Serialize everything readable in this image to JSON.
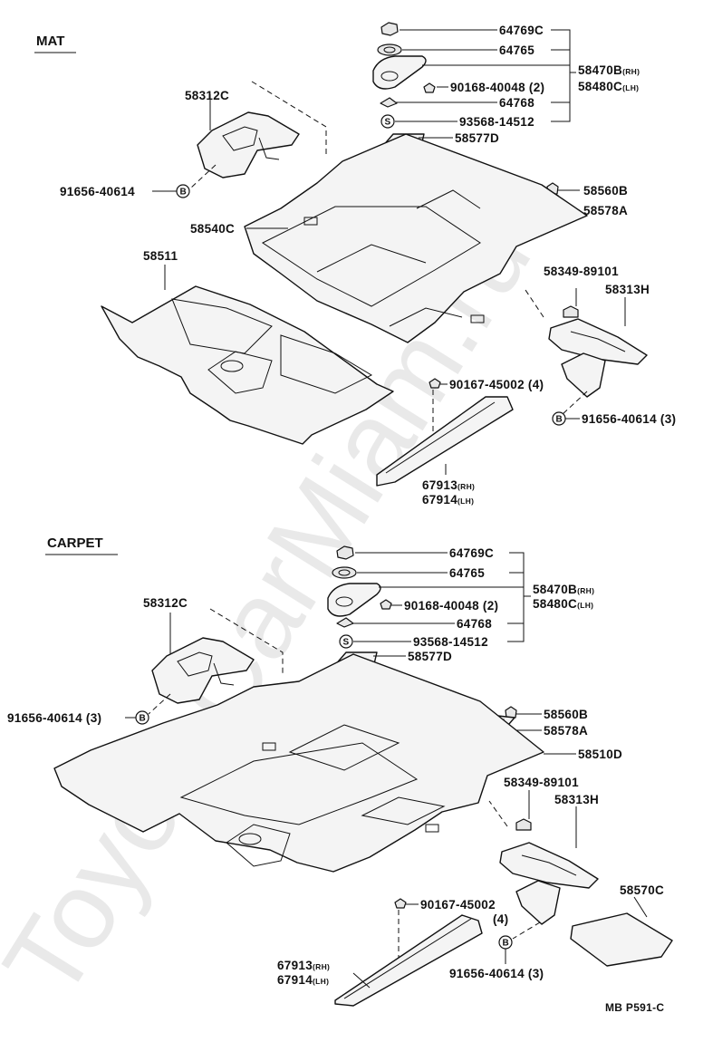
{
  "watermark": "ToyotaCarMiam.ru",
  "sections": {
    "mat": {
      "title": "MAT",
      "labels": {
        "p64769c": "64769C",
        "p64765": "64765",
        "p58470b": "58470B",
        "p58480c": "58480C",
        "rh": "(RH)",
        "lh": "(LH)",
        "p90168": "90168-40048 (2)",
        "p64768": "64768",
        "p93568": "93568-14512",
        "p58577d": "58577D",
        "p58312c": "58312C",
        "p91656a": "91656-40614",
        "p58560b": "58560B",
        "p58578a": "58578A",
        "p58540c": "58540C",
        "p58511": "58511",
        "p58349": "58349-89101",
        "p58313h": "58313H",
        "p90167": "90167-45002 (4)",
        "p91656b": "91656-40614 (3)",
        "p67913": "67913",
        "p67914": "67914"
      }
    },
    "carpet": {
      "title": "CARPET",
      "labels": {
        "p64769c": "64769C",
        "p64765": "64765",
        "p58470b": "58470B",
        "p58480c": "58480C",
        "rh": "(RH)",
        "lh": "(LH)",
        "p90168": "90168-40048 (2)",
        "p64768": "64768",
        "p93568": "93568-14512",
        "p58577d": "58577D",
        "p58312c": "58312C",
        "p91656a": "91656-40614 (3)",
        "p58560b": "58560B",
        "p58578a": "58578A",
        "p58510d": "58510D",
        "p58349": "58349-89101",
        "p58313h": "58313H",
        "p90167": "90167-45002",
        "p90167qty": "(4)",
        "p58570c": "58570C",
        "p67913": "67913",
        "p67914": "67914",
        "p91656b": "91656-40614 (3)"
      }
    }
  },
  "symbols": {
    "bolt": "B",
    "screw": "S"
  },
  "footer": "MB  P591-C"
}
